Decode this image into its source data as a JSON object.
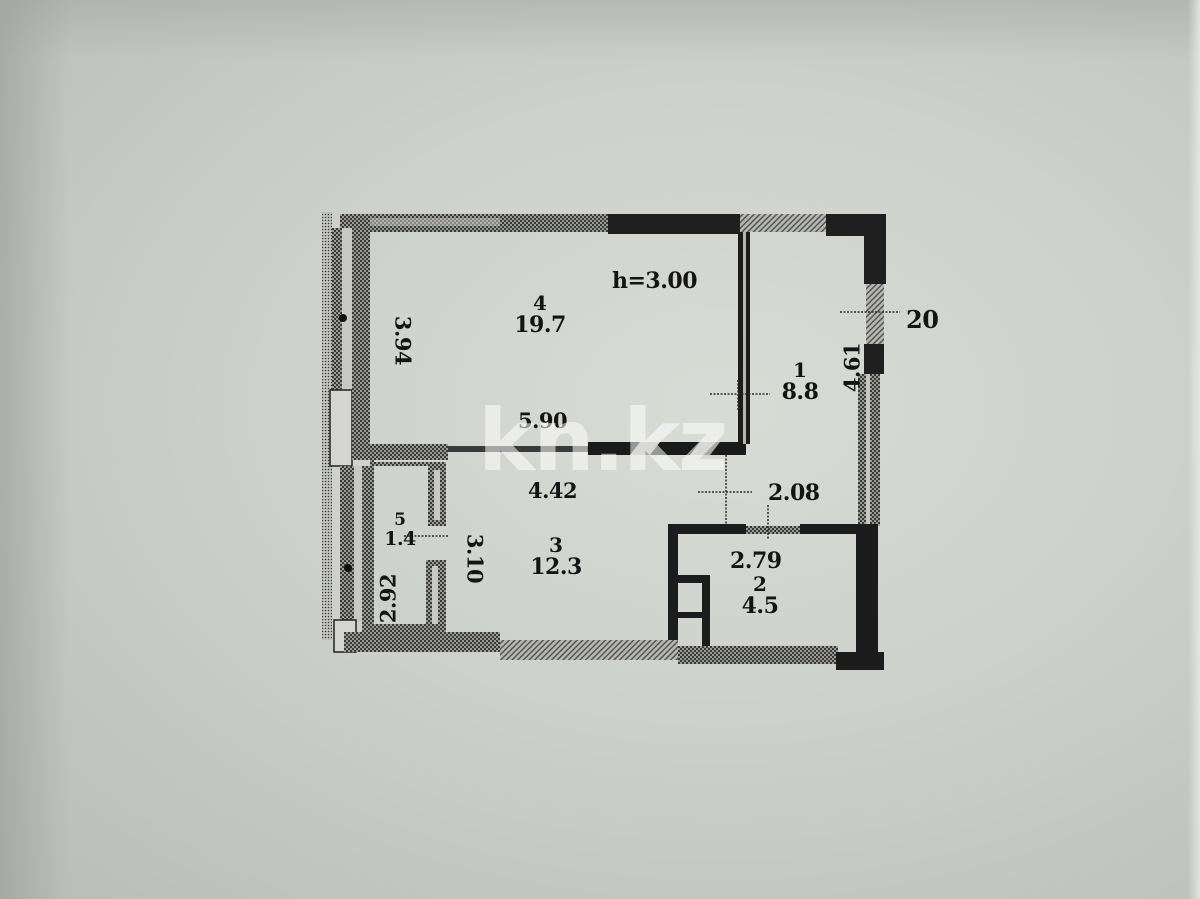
{
  "watermark": "kn.kz",
  "plan": {
    "ceiling_height": "h=3.00",
    "rooms": [
      {
        "id": "room-1",
        "number": "1",
        "area": "8.8"
      },
      {
        "id": "room-2",
        "number": "2",
        "area": "4.5"
      },
      {
        "id": "room-3",
        "number": "3",
        "area": "12.3"
      },
      {
        "id": "room-4",
        "number": "4",
        "area": "19.7"
      },
      {
        "id": "room-5",
        "number": "5",
        "area": "1.4"
      }
    ],
    "dimensions": {
      "room4_height": "3.94",
      "room4_width": "5.90",
      "room1_height": "4.61",
      "external_20": "20",
      "room3_width": "4.42",
      "room3_height": "3.10",
      "room5_height": "2.92",
      "room1_width": "2.08",
      "room2_width": "2.79"
    }
  },
  "colors": {
    "background": "#cfd1cc",
    "ink": "#141414",
    "wall_dark": "#1e1e1e",
    "wall_hatch": "#6a6a6a",
    "watermark": "#ffffff"
  }
}
